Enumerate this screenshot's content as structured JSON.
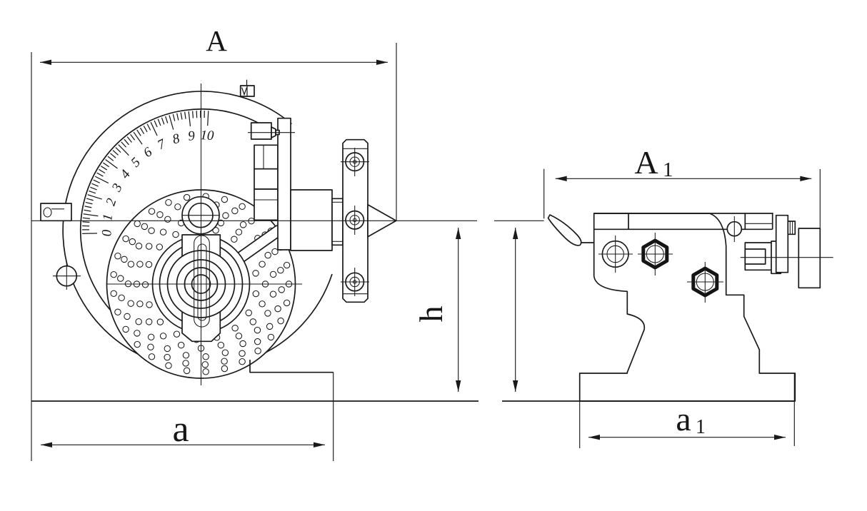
{
  "colors": {
    "line": "#1a1a1a",
    "background": "#ffffff"
  },
  "dimensions": {
    "A": {
      "label": "A"
    },
    "A1": {
      "main": "A",
      "sub": "1"
    },
    "a": {
      "label": "a"
    },
    "a1": {
      "main": "a",
      "sub": "1"
    },
    "h": {
      "label": "h"
    }
  },
  "scale": {
    "numbers": [
      "0",
      "1",
      "2",
      "3",
      "4",
      "5",
      "6",
      "7",
      "8",
      "9",
      "10"
    ]
  }
}
